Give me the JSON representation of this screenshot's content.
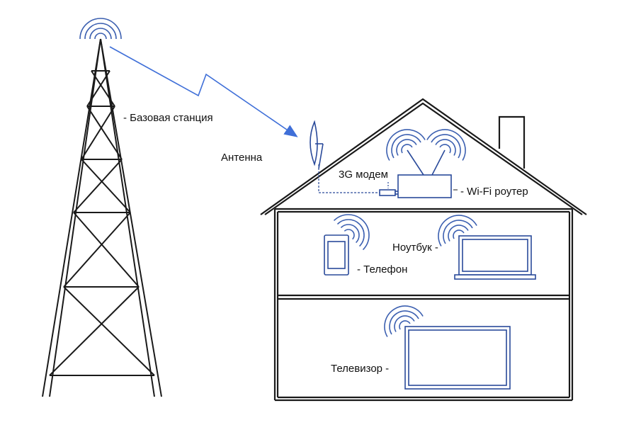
{
  "labels": {
    "base_station": "- Базовая станция",
    "antenna": "Антенна",
    "modem": "3G модем",
    "router": "- Wi-Fi роутер",
    "laptop": "Ноутбук -",
    "phone": "- Телефон",
    "tv": "Телевизор -"
  },
  "icons": {
    "tower": "cell-tower",
    "signal": "wifi-signal",
    "antenna": "dish-antenna",
    "modem": "usb-modem",
    "router": "wifi-router",
    "phone": "smartphone",
    "laptop": "laptop",
    "tv": "television",
    "house": "house",
    "link": "wireless-link-arrow"
  },
  "colors": {
    "outline": "#1a1a1a",
    "signal": "#3b5fb0",
    "link": "#3f6fd8",
    "device": "#2a4a9a"
  }
}
